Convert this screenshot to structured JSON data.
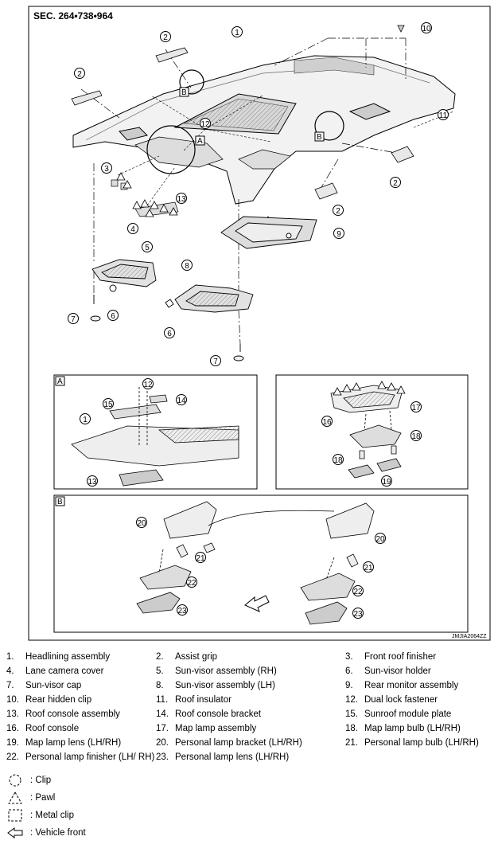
{
  "section_code": "SEC. 264•738•964",
  "figure_code": "JMJIA2064ZZ",
  "detail_labels": [
    "A",
    "B"
  ],
  "callouts": [
    "1",
    "2",
    "3",
    "4",
    "5",
    "6",
    "7",
    "8",
    "9",
    "10",
    "11",
    "12",
    "13",
    "14",
    "15",
    "16",
    "17",
    "18",
    "19",
    "20",
    "21",
    "22",
    "23"
  ],
  "parts": [
    {
      "no": "1.",
      "name": "Headlining assembly"
    },
    {
      "no": "2.",
      "name": "Assist grip"
    },
    {
      "no": "3.",
      "name": "Front roof finisher"
    },
    {
      "no": "4.",
      "name": "Lane camera cover"
    },
    {
      "no": "5.",
      "name": "Sun-visor assembly (RH)"
    },
    {
      "no": "6.",
      "name": "Sun-visor holder"
    },
    {
      "no": "7.",
      "name": "Sun-visor cap"
    },
    {
      "no": "8.",
      "name": "Sun-visor assembly (LH)"
    },
    {
      "no": "9.",
      "name": "Rear monitor assembly"
    },
    {
      "no": "10.",
      "name": "Rear hidden clip"
    },
    {
      "no": "11.",
      "name": "Roof insulator"
    },
    {
      "no": "12.",
      "name": "Dual lock fastener"
    },
    {
      "no": "13.",
      "name": "Roof console assembly"
    },
    {
      "no": "14.",
      "name": "Roof console bracket"
    },
    {
      "no": "15.",
      "name": "Sunroof module plate"
    },
    {
      "no": "16.",
      "name": "Roof console"
    },
    {
      "no": "17.",
      "name": "Map lamp assembly"
    },
    {
      "no": "18.",
      "name": "Map lamp bulb (LH/RH)"
    },
    {
      "no": "19.",
      "name": "Map lamp lens (LH/RH)"
    },
    {
      "no": "20.",
      "name": "Personal lamp bracket (LH/RH)"
    },
    {
      "no": "21.",
      "name": "Personal lamp bulb (LH/RH)"
    },
    {
      "no": "22.",
      "name": "Personal lamp finisher (LH/ RH)"
    },
    {
      "no": "23.",
      "name": "Personal lamp lens (LH/RH)"
    }
  ],
  "symbols": [
    {
      "icon": "clip-icon",
      "text": ": Clip"
    },
    {
      "icon": "pawl-icon",
      "text": ": Pawl"
    },
    {
      "icon": "metal-clip-icon",
      "text": ": Metal clip"
    },
    {
      "icon": "vehicle-front-icon",
      "text": ": Vehicle front"
    }
  ]
}
